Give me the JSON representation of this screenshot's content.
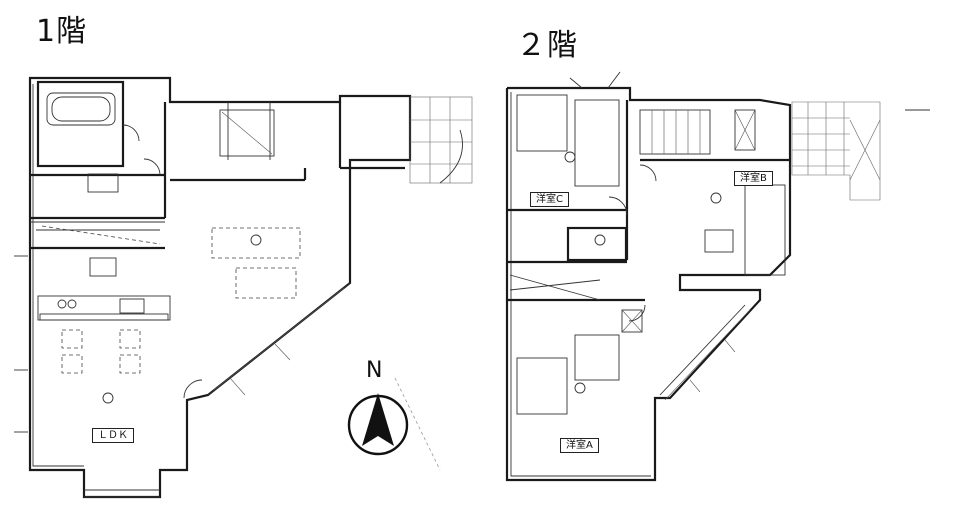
{
  "floors": {
    "first": {
      "title": "1階",
      "rooms": {
        "ldk": "ＬＤＫ"
      }
    },
    "second": {
      "title": "２階",
      "rooms": {
        "western_a": "洋室A",
        "western_b": "洋室B",
        "western_c": "洋室C"
      }
    }
  },
  "compass": {
    "label": "N"
  },
  "colors": {
    "line": "#1a1a1a",
    "background": "#ffffff"
  },
  "icons": [
    "north-arrow-icon",
    "light-fixture-icon",
    "door-swing-icon",
    "stairs-icon"
  ]
}
